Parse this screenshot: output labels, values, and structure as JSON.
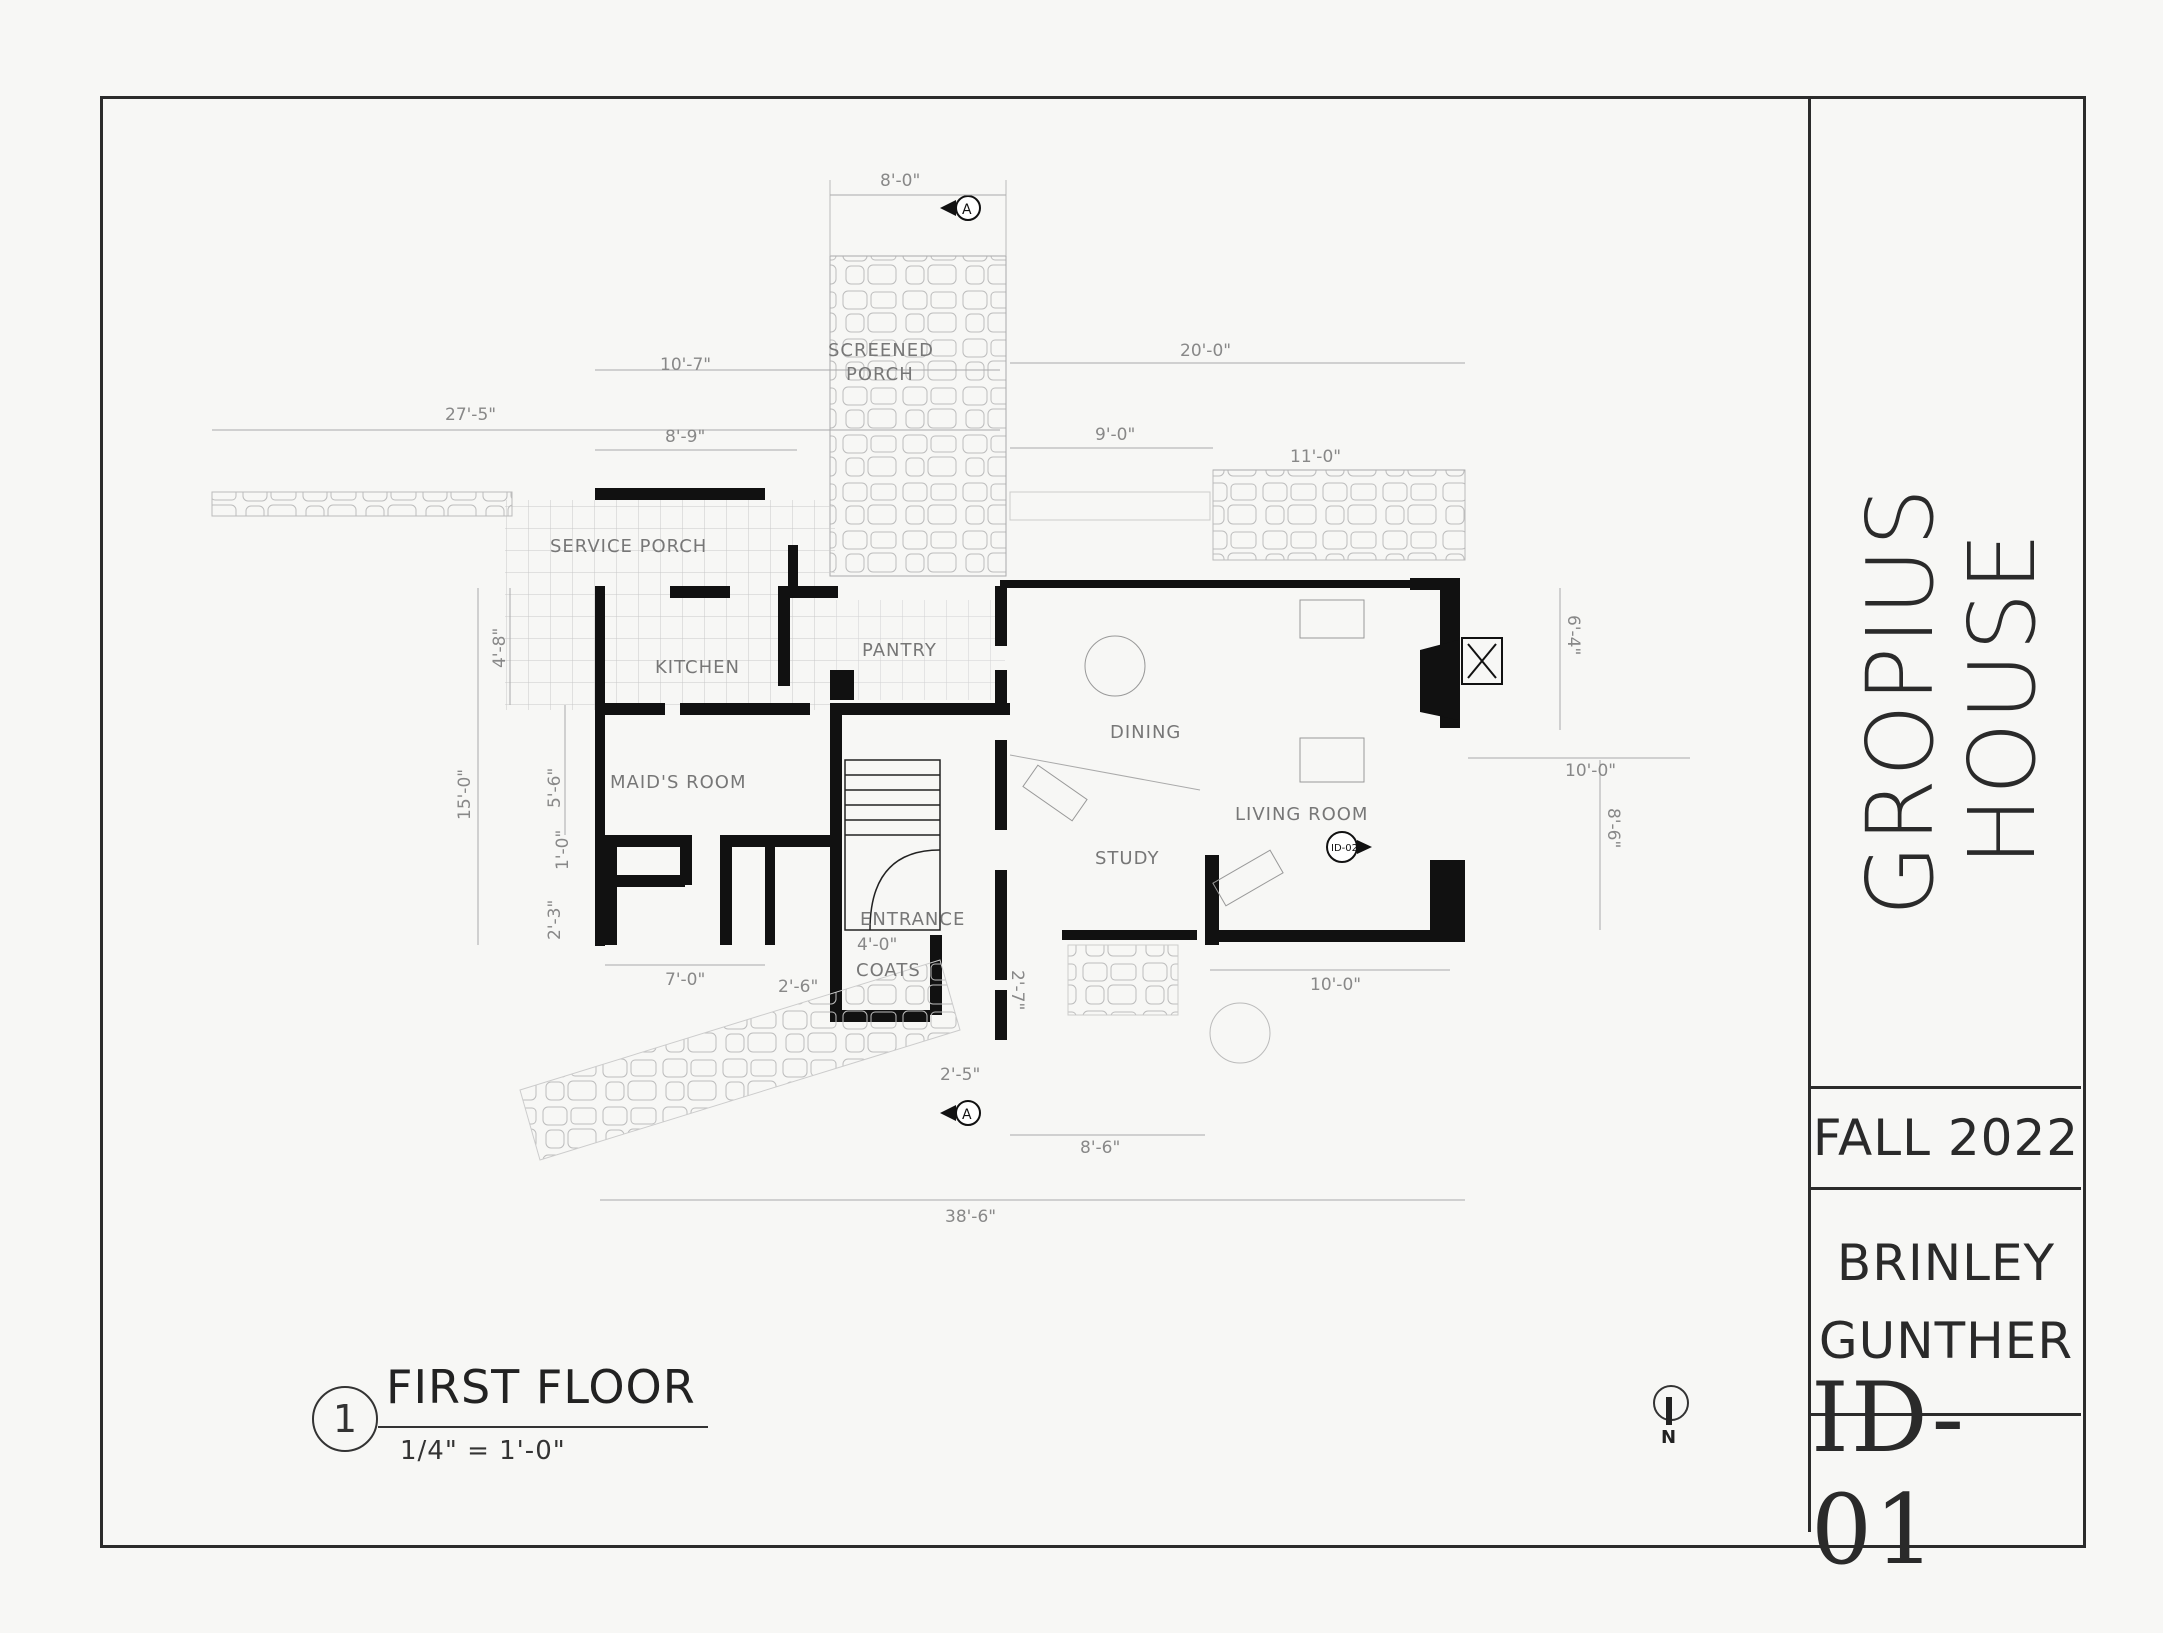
{
  "sheet": {
    "title_line1": "GROPIUS",
    "title_line2": "HOUSE",
    "date": "FALL 2022",
    "author_first": "BRINLEY",
    "author_last": "GUNTHER",
    "sheet_number": "ID-01"
  },
  "drawing": {
    "number": "1",
    "title": "FIRST FLOOR",
    "scale": "1/4\" = 1'-0\"",
    "north_label": "N",
    "section_marker": "A",
    "elevation_marker": "ID-02"
  },
  "rooms": {
    "screened_porch_1": "SCREENED",
    "screened_porch_2": "PORCH",
    "service_porch": "SERVICE PORCH",
    "kitchen": "KITCHEN",
    "pantry": "PANTRY",
    "maids_room": "MAID'S ROOM",
    "entrance": "ENTRANCE",
    "coats": "COATS",
    "dining": "DINING",
    "study": "STUDY",
    "living_room": "LIVING ROOM"
  },
  "dimensions": {
    "porch_width": "8'-0\"",
    "overall_left": "27'-5\"",
    "service_upper": "10'-7\"",
    "service_lower": "8'-9\"",
    "top_right": "20'-0\"",
    "terrace_left": "9'-0\"",
    "terrace_right": "11'-0\"",
    "left_total": "15'-0\"",
    "kitchen_depth": "4'-8\"",
    "maid_depth": "5'-6\"",
    "small_1": "1'-0\"",
    "small_2": "2'-3\"",
    "right_upper": "6'-4\"",
    "right_lower": "8'-6\"",
    "right_horiz": "10'-0\"",
    "bottom_left": "7'-0\"",
    "bottom_mid": "2'-6\"",
    "coats_width": "4'-0\"",
    "entry_depth": "2'-7\"",
    "entry_small": "2'-5\"",
    "lower_8_6": "8'-6\"",
    "lower_10_0": "10'-0\"",
    "overall_bottom": "38'-6\""
  }
}
